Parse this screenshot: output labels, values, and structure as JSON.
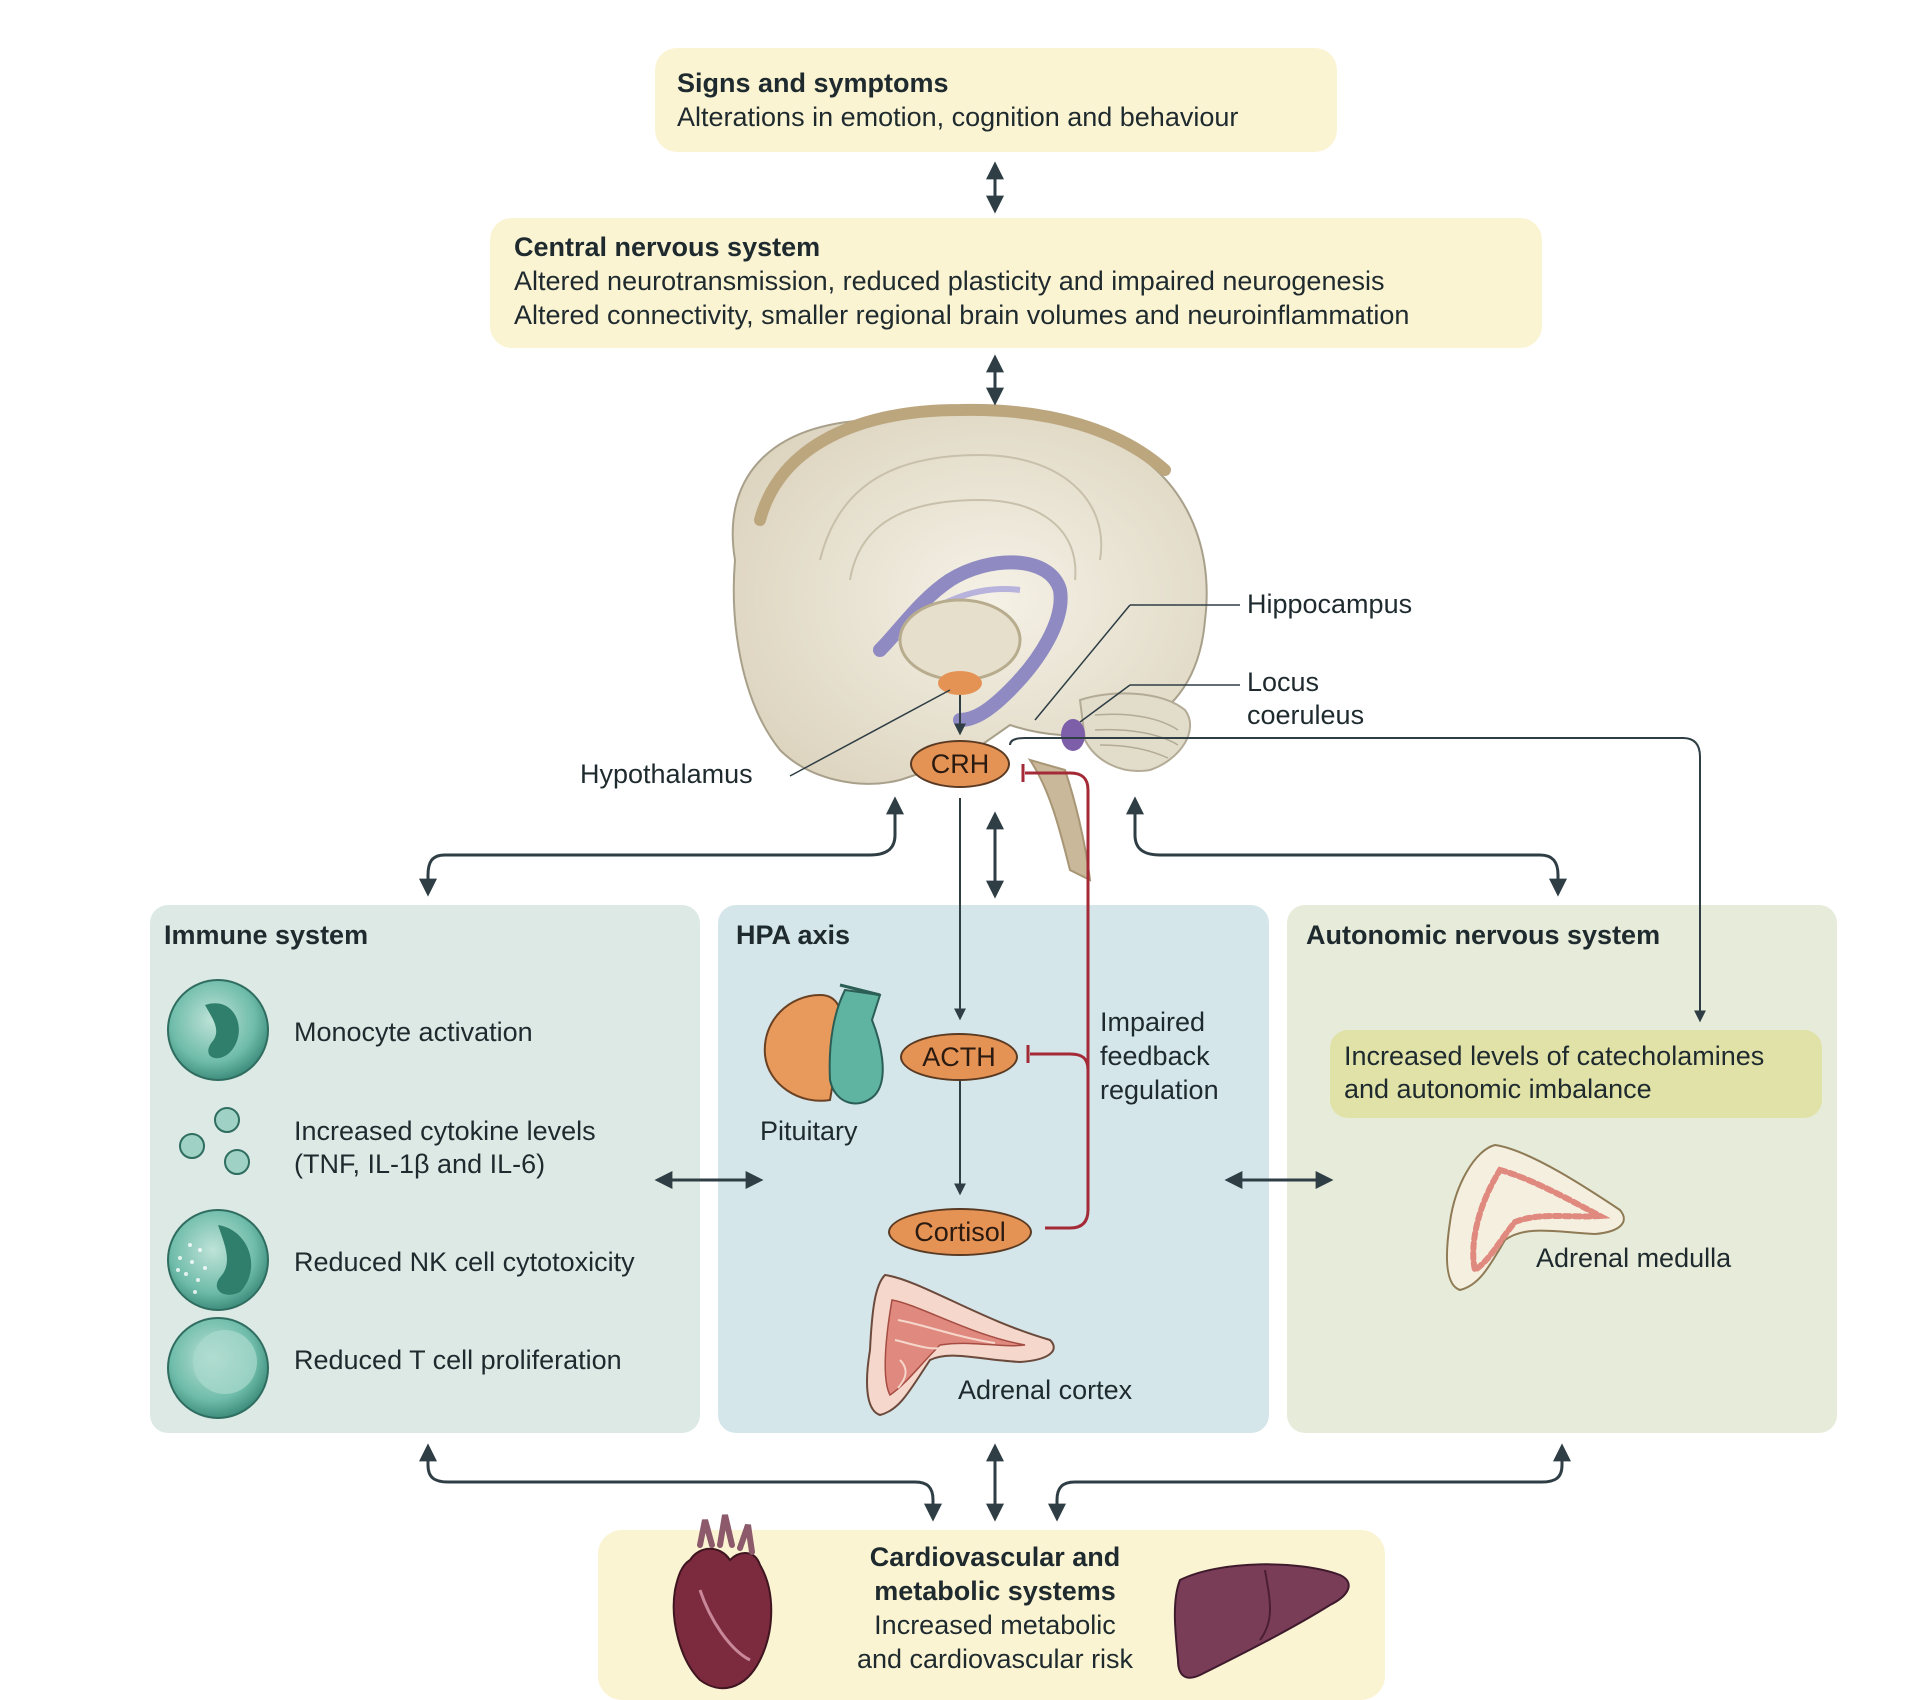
{
  "signs": {
    "title": "Signs and symptoms",
    "line1": "Alterations in emotion, cognition and behaviour"
  },
  "cns": {
    "title": "Central nervous system",
    "line1": "Altered neurotransmission, reduced plasticity and impaired neurogenesis",
    "line2": "Altered connectivity, smaller regional brain volumes and neuroinflammation"
  },
  "brain": {
    "hippocampus": "Hippocampus",
    "locus_line1": "Locus",
    "locus_line2": "coeruleus",
    "hypothalamus": "Hypothalamus",
    "crh": "CRH"
  },
  "immune": {
    "title": "Immune system",
    "items": [
      "Monocyte activation",
      "Increased cytokine levels",
      "(TNF, IL-1β and IL-6)",
      "Reduced NK cell cytotoxicity",
      "Reduced T cell proliferation"
    ]
  },
  "hpa": {
    "title": "HPA axis",
    "acth": "ACTH",
    "cortisol": "Cortisol",
    "pituitary": "Pituitary",
    "adrenal_cortex": "Adrenal cortex",
    "feedback_line1": "Impaired",
    "feedback_line2": "feedback",
    "feedback_line3": "regulation"
  },
  "ans": {
    "title": "Autonomic nervous system",
    "cat_line1": "Increased levels of catecholamines",
    "cat_line2": "and autonomic imbalance",
    "adrenal_medulla": "Adrenal medulla"
  },
  "cardio": {
    "title_line1": "Cardiovascular and",
    "title_line2": "metabolic systems",
    "line1": "Increased metabolic",
    "line2": "and cardiovascular risk"
  },
  "colors": {
    "yellow_box": "#fbf4d3",
    "immune_panel": "#dde9e4",
    "hpa_panel": "#d4e6ea",
    "ans_panel": "#e7ebd9",
    "orange": "#e59355",
    "feedback_red": "#a32a36",
    "arrow": "#2e3e44"
  }
}
